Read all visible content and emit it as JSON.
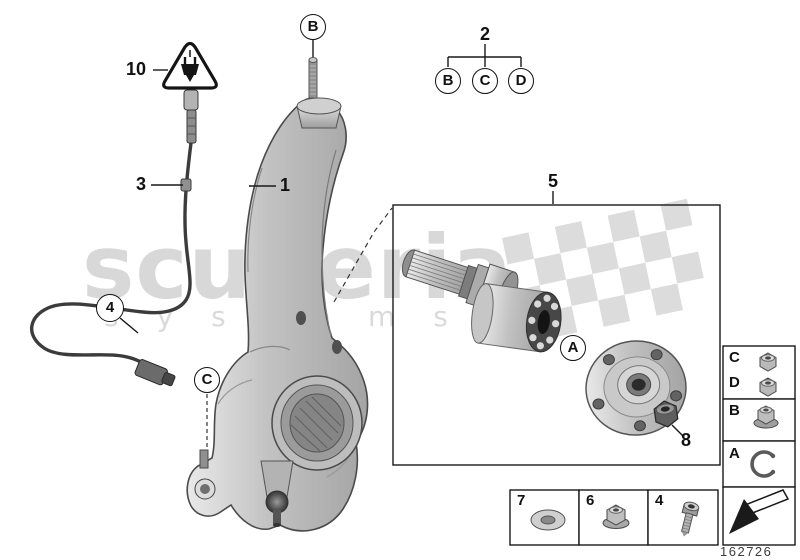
{
  "drawing": {
    "part_number": "162726",
    "watermark": {
      "brand": "scuderia",
      "brand_sub": "systems"
    },
    "colors": {
      "watermark": "#d8d8d8",
      "line": "#1a1a1a",
      "metal_light": "#d9d9d9",
      "metal_dark": "#8f8f8f"
    }
  },
  "callouts": {
    "item1": "1",
    "item2": "2",
    "item3": "3",
    "item5": "5",
    "item8": "8",
    "item10": "10",
    "sensor_circle": "4",
    "top_stud_circle": "B",
    "knuckle_circle": "C",
    "hub_circle": "A",
    "group2": [
      "B",
      "C",
      "D"
    ]
  },
  "legend": {
    "rows": [
      {
        "labels": [
          "C",
          "D"
        ],
        "icon": "hex-nut"
      },
      {
        "labels": [
          "B"
        ],
        "icon": "flange-nut"
      },
      {
        "labels": [
          "A"
        ],
        "icon": "snap-ring"
      }
    ],
    "arrow_icon": "direction-arrow"
  },
  "fastener_cells": [
    {
      "label": "7",
      "icon": "washer"
    },
    {
      "label": "6",
      "icon": "flange-nut"
    },
    {
      "label": "4",
      "icon": "socket-screw"
    }
  ]
}
